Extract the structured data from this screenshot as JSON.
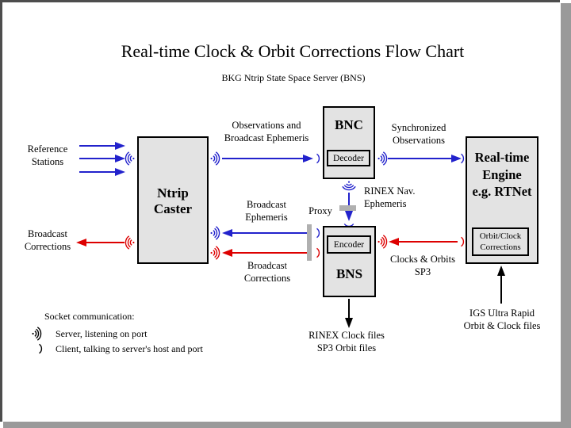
{
  "title": "Real-time Clock & Orbit Corrections Flow Chart",
  "subtitle": "BKG Ntrip State Space Server  (BNS)",
  "colors": {
    "blue": "#2222cc",
    "red": "#dd0000",
    "box_fill": "#e3e3e3",
    "proxy_bar_gray": "#b0b0b0",
    "frame_dark": "#4d4d4d",
    "shadow_gray": "#9a9a9a"
  },
  "boxes": {
    "ntrip_caster": {
      "line1": "Ntrip",
      "line2": "Caster"
    },
    "bnc": {
      "title": "BNC",
      "sub_label": "Decoder"
    },
    "bns": {
      "title": "BNS",
      "sub_label": "Encoder"
    },
    "engine": {
      "line1": "Real-time",
      "line2": "Engine",
      "line3": "e.g. RTNet",
      "sub_line1": "Orbit/Clock",
      "sub_line2": "Corrections"
    }
  },
  "labels": {
    "reference_stations": {
      "line1": "Reference",
      "line2": "Stations"
    },
    "broadcast_corrections_left": {
      "line1": "Broadcast",
      "line2": "Corrections"
    },
    "observations_broadcast_ephemeris": {
      "line1": "Observations and",
      "line2": "Broadcast Ephemeris"
    },
    "synchronized_observations": {
      "line1": "Synchronized",
      "line2": "Observations"
    },
    "broadcast_ephemeris": {
      "line1": "Broadcast",
      "line2": "Ephemeris"
    },
    "proxy": "Proxy",
    "rinex_nav_ephemeris": {
      "line1": "RINEX Nav.",
      "line2": "Ephemeris"
    },
    "broadcast_corrections_mid": {
      "line1": "Broadcast",
      "line2": "Corrections"
    },
    "clocks_orbits_sp3": {
      "line1": "Clocks & Orbits",
      "line2": "SP3"
    },
    "rinex_clock_files": {
      "line1": "RINEX Clock files",
      "line2": "SP3 Orbit files"
    },
    "igs_ultra_rapid": {
      "line1": "IGS Ultra Rapid",
      "line2": "Orbit & Clock files"
    }
  },
  "legend": {
    "heading": "Socket communication:",
    "server_item": "Server, listening on port",
    "client_item": "Client, talking to server's host and port"
  }
}
